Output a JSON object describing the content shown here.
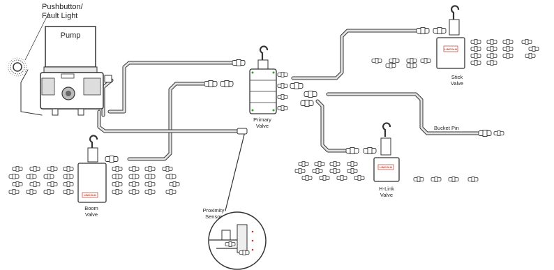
{
  "labels": {
    "pushbutton_line1": "Pushbutton/",
    "pushbutton_line2": "Fault Light",
    "pump": "Pump",
    "primary_line1": "Primary",
    "primary_line2": "Valve",
    "stick_line1": "Stick",
    "stick_line2": "Valve",
    "bucket_pin": "Bucket Pin",
    "boom_line1": "Boom",
    "boom_line2": "Valve",
    "hlink_line1": "H-Link",
    "hlink_line2": "Valve",
    "proximity_line1": "Proximity",
    "proximity_line2": "Sensor"
  },
  "brand": {
    "plate_text": "LINCOLN",
    "plate_color": "#c0392b"
  },
  "colors": {
    "line": "#333333",
    "hose": "#d8d8d8"
  }
}
